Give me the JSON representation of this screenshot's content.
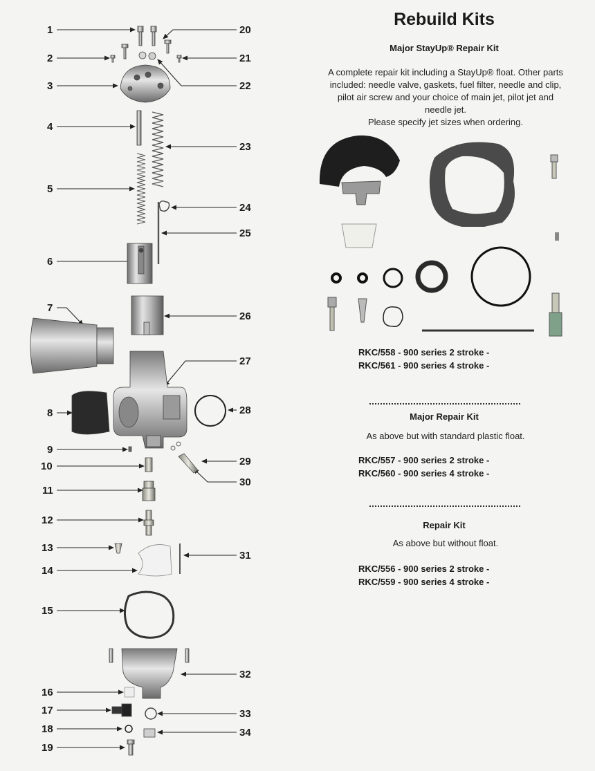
{
  "diagram": {
    "callouts_left": [
      "1",
      "2",
      "3",
      "4",
      "5",
      "6",
      "7",
      "8",
      "9",
      "10",
      "11",
      "12",
      "13",
      "14",
      "15",
      "16",
      "17",
      "18",
      "19"
    ],
    "callouts_right": [
      "20",
      "21",
      "22",
      "23",
      "24",
      "25",
      "26",
      "27",
      "28",
      "29",
      "30",
      "31",
      "32",
      "33",
      "34"
    ]
  },
  "kits": {
    "title": "Rebuild Kits",
    "major_stayup": {
      "name": "Major StayUp® Repair Kit",
      "description_lines": [
        "A complete repair kit including a StayUp® float.  Other parts",
        "included: needle valve, gaskets, fuel filter, needle and clip,",
        "pilot air screw and your choice of main jet, pilot jet and",
        "needle jet.",
        "Please specify jet sizes when ordering."
      ],
      "codes": [
        "RKC/558 - 900 series 2 stroke -",
        "RKC/561 - 900 series 4 stroke -"
      ]
    },
    "major": {
      "name": "Major Repair Kit",
      "description": "As above but with standard plastic float.",
      "codes": [
        "RKC/557 - 900 series 2 stroke -",
        "RKC/560 - 900 series 4 stroke -"
      ]
    },
    "repair": {
      "name": "Repair Kit",
      "description": "As above but without float.",
      "codes": [
        "RKC/556 - 900 series 2 stroke -",
        "RKC/559 - 900 series 4 stroke -"
      ]
    }
  }
}
